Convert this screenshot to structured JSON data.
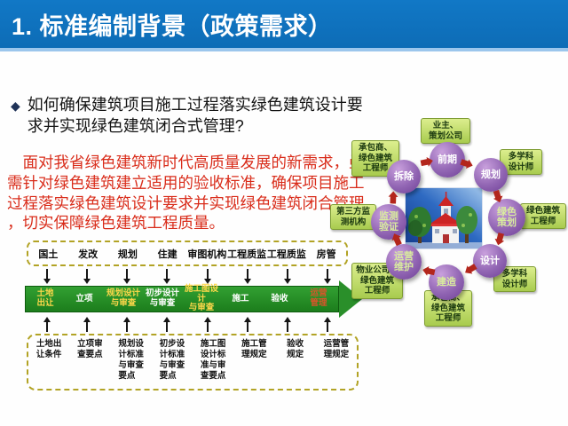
{
  "slide": {
    "title": "1. 标准编制背景（政策需求）"
  },
  "question": {
    "bullet_icon": "◆",
    "text": "如何确保建筑项目施工过程落实绿色建筑设计要\n求并实现绿色建筑闭合式管理?"
  },
  "answer": {
    "text": "　面对我省绿色建筑新时代高质量发展的新需求，亟\n需针对绿色建筑建立适用的验收标准，确保项目施工\n过程落实绿色建筑设计要求并实现绿色建筑闭合管理\n，切实保障绿色建筑工程质量。"
  },
  "process_flow": {
    "departments": [
      "国土",
      "发改",
      "规划",
      "住建",
      "审图机构",
      "工程质监",
      "工程质监",
      "房管"
    ],
    "stages": [
      "土地\n出让",
      "立项",
      "规划设计\n与审查",
      "初步设计\n与审查",
      "施工图设计\n与审查",
      "施工",
      "验收",
      "运营\n管理"
    ],
    "documents": [
      "土地出\n让条件",
      "立项审\n查要点",
      "规划设\n计标准\n与审查\n要点",
      "初步设\n计标准\n与审查\n要点",
      "施工图\n设计标\n准与审\n查要点",
      "施工管\n理规定",
      "验收\n规定",
      "运营管\n理规定"
    ]
  },
  "lifecycle": {
    "phases": [
      "前期",
      "规划",
      "绿色\n策划",
      "设计",
      "建造",
      "运营\n维护",
      "监测\n验证",
      "拆除"
    ],
    "roles": [
      "业主、\n策划公司",
      "多学科\n设计师",
      "绿色建筑\n工程师",
      "多学科\n设计师",
      "承包商、\n绿色建筑\n工程师",
      "物业公司、\n绿色建筑\n工程师",
      "第三方监\n测机构",
      "承包商、\n绿色建筑\n工程师"
    ]
  },
  "colors": {
    "header_blue": "#0d6cb6",
    "header_strip": "#9cc6ec",
    "answer_red": "#d92c1a",
    "bar_green": "#1c7d1c",
    "dashed_border": "#b2a325",
    "circle_purple": "#8a5aa8",
    "role_label_green": "#b8d45e",
    "cycle_arrow_red": "#b3261c",
    "stage_yellow": "#ffd84a",
    "stage_red": "#d8552a"
  }
}
